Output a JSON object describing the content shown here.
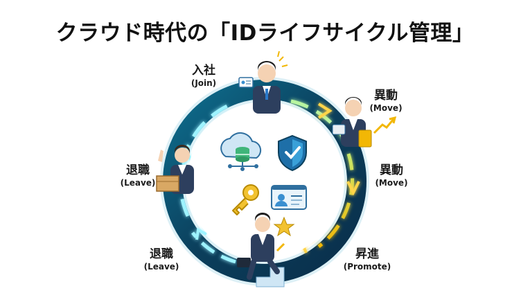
{
  "title": "クラウド時代の「IDライフサイクル管理」",
  "stages": [
    {
      "jp": "入社",
      "en": "(Join)"
    },
    {
      "jp": "異動",
      "en": "(Move)"
    },
    {
      "jp": "異動",
      "en": "(Move)"
    },
    {
      "jp": "昇進",
      "en": "(Promote)"
    },
    {
      "jp": "退職",
      "en": "(Leave)"
    },
    {
      "jp": "退職",
      "en": "(Leave)"
    }
  ],
  "center_icons": [
    "cloud-database-icon",
    "shield-check-icon",
    "key-icon",
    "id-card-icon"
  ],
  "colors": {
    "ring_dark": "#0b3f5c",
    "ring_light": "#12a0b8",
    "arrow_glow": "#9ef3ff",
    "arrow_gold": "#f2c94c",
    "suit": "#2d3f5e",
    "accent": "#f2b705"
  }
}
